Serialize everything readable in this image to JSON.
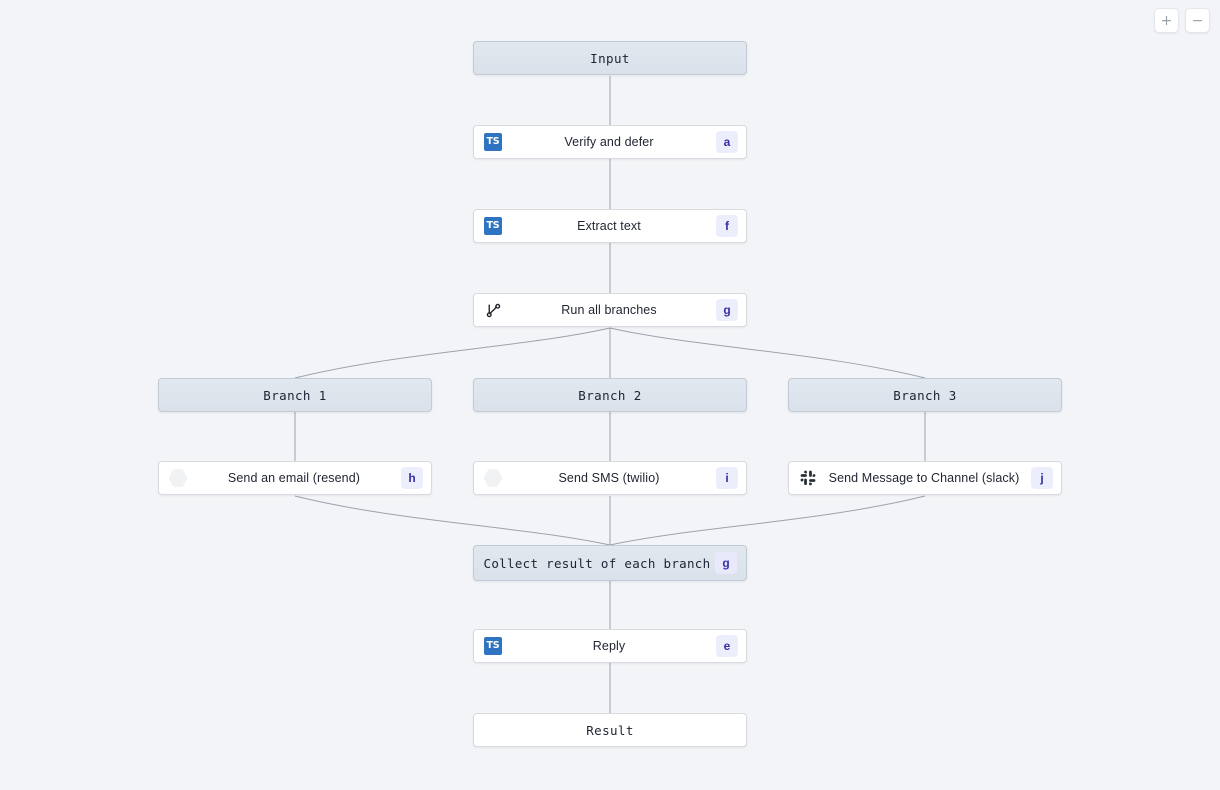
{
  "canvas": {
    "background": "#f2f4f7",
    "edge_color": "#8d949e",
    "accent_badge_bg": "#eceefc",
    "accent_badge_fg": "#3730a3",
    "io_node_bg": "#dfe5ee",
    "step_node_bg": "#ffffff"
  },
  "controls": {
    "zoom_in_label": "+",
    "zoom_out_label": "−"
  },
  "graph": {
    "nodes": [
      {
        "id": "input",
        "type": "io",
        "label": "Input",
        "icon": "none",
        "badge": ""
      },
      {
        "id": "verify",
        "type": "step",
        "label": "Verify and defer",
        "icon": "ts-icon",
        "badge": "a"
      },
      {
        "id": "extract",
        "type": "step",
        "label": "Extract text",
        "icon": "ts-icon",
        "badge": "f"
      },
      {
        "id": "runall",
        "type": "step",
        "label": "Run all branches",
        "icon": "branch-icon",
        "badge": "g"
      },
      {
        "id": "branch1",
        "type": "io",
        "label": "Branch 1",
        "icon": "none",
        "badge": ""
      },
      {
        "id": "branch2",
        "type": "io",
        "label": "Branch 2",
        "icon": "none",
        "badge": ""
      },
      {
        "id": "branch3",
        "type": "io",
        "label": "Branch 3",
        "icon": "none",
        "badge": ""
      },
      {
        "id": "email",
        "type": "step",
        "label": "Send an email (resend)",
        "icon": "blob-icon",
        "badge": "h"
      },
      {
        "id": "sms",
        "type": "step",
        "label": "Send SMS (twilio)",
        "icon": "blob-icon",
        "badge": "i"
      },
      {
        "id": "slack",
        "type": "step",
        "label": "Send Message to Channel (slack)",
        "icon": "slack-icon",
        "badge": "j"
      },
      {
        "id": "collect",
        "type": "collect",
        "label": "Collect result of each branch",
        "icon": "none",
        "badge": "g"
      },
      {
        "id": "reply",
        "type": "step",
        "label": "Reply",
        "icon": "ts-icon",
        "badge": "e"
      },
      {
        "id": "result",
        "type": "result",
        "label": "Result",
        "icon": "none",
        "badge": ""
      }
    ],
    "edges": [
      {
        "from": "input",
        "to": "verify"
      },
      {
        "from": "verify",
        "to": "extract"
      },
      {
        "from": "extract",
        "to": "runall"
      },
      {
        "from": "runall",
        "to": "branch1"
      },
      {
        "from": "runall",
        "to": "branch2"
      },
      {
        "from": "runall",
        "to": "branch3"
      },
      {
        "from": "branch1",
        "to": "email"
      },
      {
        "from": "branch2",
        "to": "sms"
      },
      {
        "from": "branch3",
        "to": "slack"
      },
      {
        "from": "email",
        "to": "collect"
      },
      {
        "from": "sms",
        "to": "collect"
      },
      {
        "from": "slack",
        "to": "collect"
      },
      {
        "from": "collect",
        "to": "reply"
      },
      {
        "from": "reply",
        "to": "result"
      }
    ]
  }
}
